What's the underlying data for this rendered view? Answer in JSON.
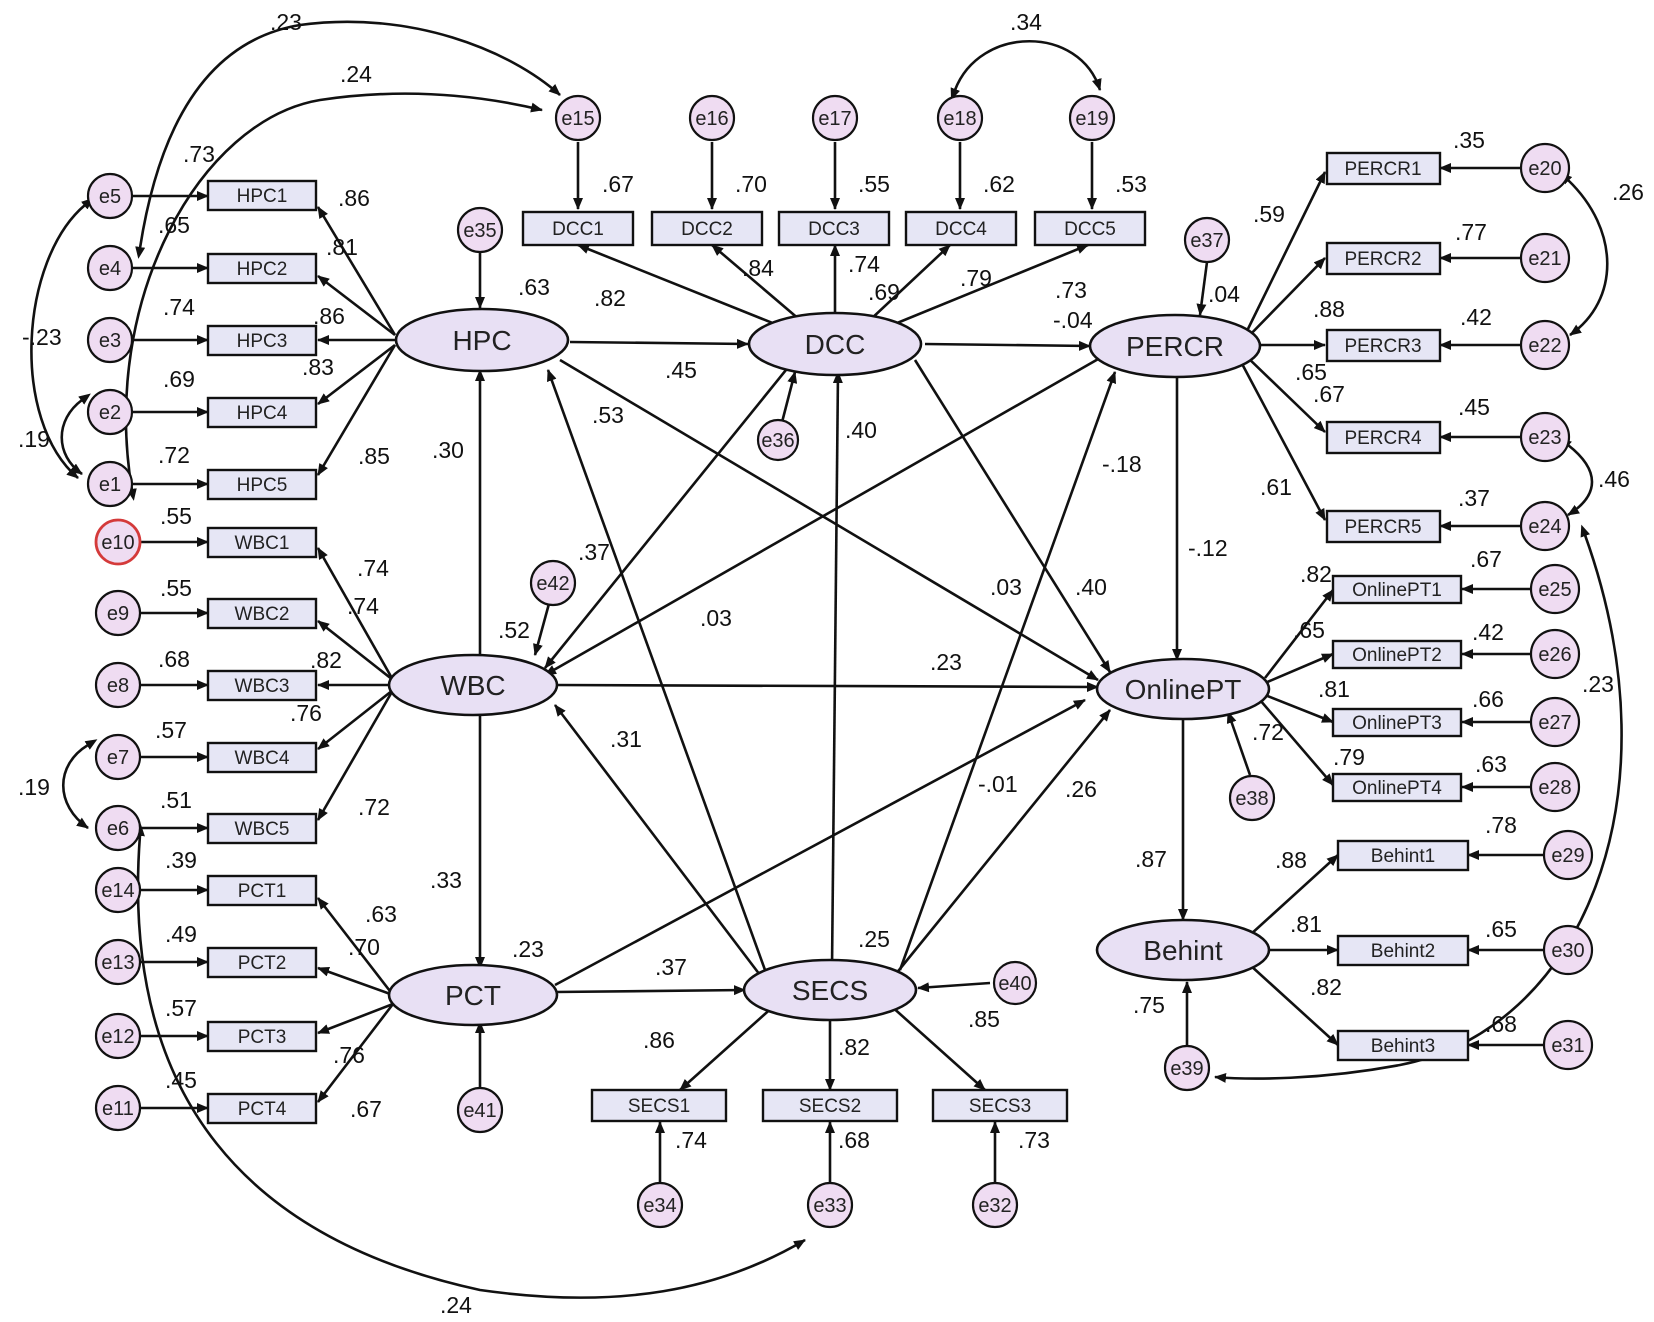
{
  "colors": {
    "latent_fill": "#e8e0f4",
    "box_fill": "#e6e6f5",
    "error_fill": "#efdcf2",
    "stroke": "#111111",
    "highlight_stroke": "#d43a3a"
  },
  "latents": [
    {
      "id": "HPC",
      "label": "HPC"
    },
    {
      "id": "DCC",
      "label": "DCC"
    },
    {
      "id": "PERCR",
      "label": "PERCR"
    },
    {
      "id": "WBC",
      "label": "WBC"
    },
    {
      "id": "OnlinePT",
      "label": "OnlinePT"
    },
    {
      "id": "PCT",
      "label": "PCT"
    },
    {
      "id": "SECS",
      "label": "SECS"
    },
    {
      "id": "Behint",
      "label": "Behint"
    }
  ],
  "indicators": [
    {
      "id": "HPC1",
      "label": "HPC1"
    },
    {
      "id": "HPC2",
      "label": "HPC2"
    },
    {
      "id": "HPC3",
      "label": "HPC3"
    },
    {
      "id": "HPC4",
      "label": "HPC4"
    },
    {
      "id": "HPC5",
      "label": "HPC5"
    },
    {
      "id": "WBC1",
      "label": "WBC1"
    },
    {
      "id": "WBC2",
      "label": "WBC2"
    },
    {
      "id": "WBC3",
      "label": "WBC3"
    },
    {
      "id": "WBC4",
      "label": "WBC4"
    },
    {
      "id": "WBC5",
      "label": "WBC5"
    },
    {
      "id": "PCT1",
      "label": "PCT1"
    },
    {
      "id": "PCT2",
      "label": "PCT2"
    },
    {
      "id": "PCT3",
      "label": "PCT3"
    },
    {
      "id": "PCT4",
      "label": "PCT4"
    },
    {
      "id": "DCC1",
      "label": "DCC1"
    },
    {
      "id": "DCC2",
      "label": "DCC2"
    },
    {
      "id": "DCC3",
      "label": "DCC3"
    },
    {
      "id": "DCC4",
      "label": "DCC4"
    },
    {
      "id": "DCC5",
      "label": "DCC5"
    },
    {
      "id": "PERCR1",
      "label": "PERCR1"
    },
    {
      "id": "PERCR2",
      "label": "PERCR2"
    },
    {
      "id": "PERCR3",
      "label": "PERCR3"
    },
    {
      "id": "PERCR4",
      "label": "PERCR4"
    },
    {
      "id": "PERCR5",
      "label": "PERCR5"
    },
    {
      "id": "OnlinePT1",
      "label": "OnlinePT1"
    },
    {
      "id": "OnlinePT2",
      "label": "OnlinePT2"
    },
    {
      "id": "OnlinePT3",
      "label": "OnlinePT3"
    },
    {
      "id": "OnlinePT4",
      "label": "OnlinePT4"
    },
    {
      "id": "Behint1",
      "label": "Behint1"
    },
    {
      "id": "Behint2",
      "label": "Behint2"
    },
    {
      "id": "Behint3",
      "label": "Behint3"
    },
    {
      "id": "SECS1",
      "label": "SECS1"
    },
    {
      "id": "SECS2",
      "label": "SECS2"
    },
    {
      "id": "SECS3",
      "label": "SECS3"
    }
  ],
  "errors": [
    {
      "id": "e1",
      "label": "e1"
    },
    {
      "id": "e2",
      "label": "e2"
    },
    {
      "id": "e3",
      "label": "e3"
    },
    {
      "id": "e4",
      "label": "e4"
    },
    {
      "id": "e5",
      "label": "e5"
    },
    {
      "id": "e6",
      "label": "e6"
    },
    {
      "id": "e7",
      "label": "e7"
    },
    {
      "id": "e8",
      "label": "e8"
    },
    {
      "id": "e9",
      "label": "e9"
    },
    {
      "id": "e10",
      "label": "e10",
      "highlight": true
    },
    {
      "id": "e11",
      "label": "e11"
    },
    {
      "id": "e12",
      "label": "e12"
    },
    {
      "id": "e13",
      "label": "e13"
    },
    {
      "id": "e14",
      "label": "e14"
    },
    {
      "id": "e15",
      "label": "e15"
    },
    {
      "id": "e16",
      "label": "e16"
    },
    {
      "id": "e17",
      "label": "e17"
    },
    {
      "id": "e18",
      "label": "e18"
    },
    {
      "id": "e19",
      "label": "e19"
    },
    {
      "id": "e20",
      "label": "e20"
    },
    {
      "id": "e21",
      "label": "e21"
    },
    {
      "id": "e22",
      "label": "e22"
    },
    {
      "id": "e23",
      "label": "e23"
    },
    {
      "id": "e24",
      "label": "e24"
    },
    {
      "id": "e25",
      "label": "e25"
    },
    {
      "id": "e26",
      "label": "e26"
    },
    {
      "id": "e27",
      "label": "e27"
    },
    {
      "id": "e28",
      "label": "e28"
    },
    {
      "id": "e29",
      "label": "e29"
    },
    {
      "id": "e30",
      "label": "e30"
    },
    {
      "id": "e31",
      "label": "e31"
    },
    {
      "id": "e32",
      "label": "e32"
    },
    {
      "id": "e33",
      "label": "e33"
    },
    {
      "id": "e34",
      "label": "e34"
    },
    {
      "id": "e35",
      "label": "e35"
    },
    {
      "id": "e36",
      "label": "e36"
    },
    {
      "id": "e37",
      "label": "e37"
    },
    {
      "id": "e38",
      "label": "e38"
    },
    {
      "id": "e39",
      "label": "e39"
    },
    {
      "id": "e40",
      "label": "e40"
    },
    {
      "id": "e41",
      "label": "e41"
    },
    {
      "id": "e42",
      "label": "e42"
    }
  ],
  "coefficients": [
    ".23",
    ".24",
    ".73",
    ".86",
    ".65",
    ".81",
    ".74",
    ".86",
    "-.23",
    ".69",
    ".83",
    ".19",
    ".72",
    ".85",
    ".55",
    ".74",
    ".55",
    ".74",
    ".68",
    ".82",
    ".57",
    ".76",
    ".19",
    ".51",
    ".72",
    ".39",
    ".63",
    ".49",
    ".70",
    ".57",
    ".76",
    ".45",
    ".67",
    ".24",
    ".67",
    ".70",
    ".55",
    ".62",
    ".53",
    ".34",
    ".82",
    ".84",
    ".74",
    ".69",
    ".79",
    ".73",
    ".63",
    ".45",
    ".53",
    ".30",
    ".37",
    ".52",
    ".03",
    ".31",
    ".33",
    ".23",
    ".37",
    ".25",
    ".40",
    "-.04",
    ".04",
    ".35",
    ".59",
    ".26",
    ".77",
    ".88",
    ".42",
    ".65",
    ".67",
    ".45",
    ".61",
    ".37",
    ".46",
    "-.18",
    "-.12",
    ".03",
    ".40",
    ".23",
    "-.01",
    ".26",
    ".82",
    ".67",
    ".65",
    ".42",
    ".81",
    ".66",
    ".72",
    ".79",
    ".63",
    ".23",
    ".87",
    ".88",
    ".78",
    ".81",
    ".65",
    ".82",
    ".68",
    ".75",
    ".86",
    ".82",
    ".85",
    ".74",
    ".68",
    ".73"
  ]
}
